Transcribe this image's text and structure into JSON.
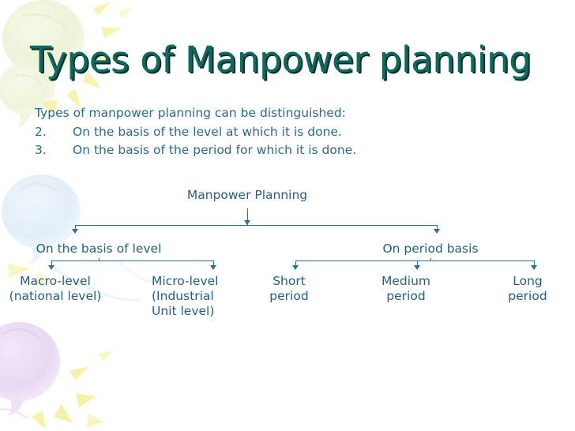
{
  "slide": {
    "title": "Types of Manpower planning",
    "background_color": "#ffffff",
    "title_color": "#0a6b5e",
    "title_shadow_color": "#0d2b2b",
    "body_text_color": "#2b6a8a",
    "diagram_color": "#256080"
  },
  "body": {
    "lead": "Types of manpower planning can be distinguished:",
    "items": [
      {
        "num": "2.",
        "text": "On the basis of the level at which it is done."
      },
      {
        "num": "3.",
        "text": "On the basis of the period for which it is done."
      }
    ]
  },
  "diagram": {
    "type": "tree",
    "root": "Manpower Planning",
    "branches": [
      {
        "label": "On the basis of level",
        "children": [
          {
            "line1": "Macro-level",
            "line2": "(national level)",
            "line3": ""
          },
          {
            "line1": "Micro-level",
            "line2": "(Industrial",
            "line3": "Unit level)"
          }
        ]
      },
      {
        "label": "On period basis",
        "children": [
          {
            "line1": "Short",
            "line2": "period",
            "line3": ""
          },
          {
            "line1": "Medium",
            "line2": "period",
            "line3": ""
          },
          {
            "line1": "Long",
            "line2": "period",
            "line3": ""
          }
        ]
      }
    ]
  },
  "decorations": {
    "balloon_green": "#eef3d8",
    "balloon_blue": "#e2eef8",
    "balloon_purple": "#e8d8f2",
    "ray_yellow": "#f7f2a8"
  }
}
